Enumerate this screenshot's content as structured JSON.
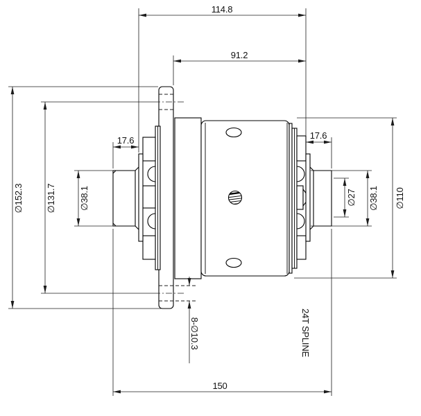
{
  "drawing": {
    "type": "engineering-drawing",
    "view": "side-section-view-of-limited-slip-differential",
    "labels": {
      "width_overall_hub": "114.8",
      "width_flange_to_hub": "91.2",
      "length_overall": "150",
      "left_stub_length": "17.6",
      "right_stub_length": "17.6",
      "flange_diameter": "∅152.3",
      "bolt_circle_diameter": "∅131.7",
      "left_shaft_diameter": "∅38.1",
      "right_shaft_diameter": "∅38.1",
      "spline_bore_diameter": "∅27",
      "body_diameter": "∅110",
      "bolt_hole_callout": "8-∅10.3",
      "spline_note": "24T SPLINE"
    },
    "colors": {
      "line": "#000000",
      "dimension_line": "#1c1c1c",
      "background": "#ffffff"
    }
  }
}
